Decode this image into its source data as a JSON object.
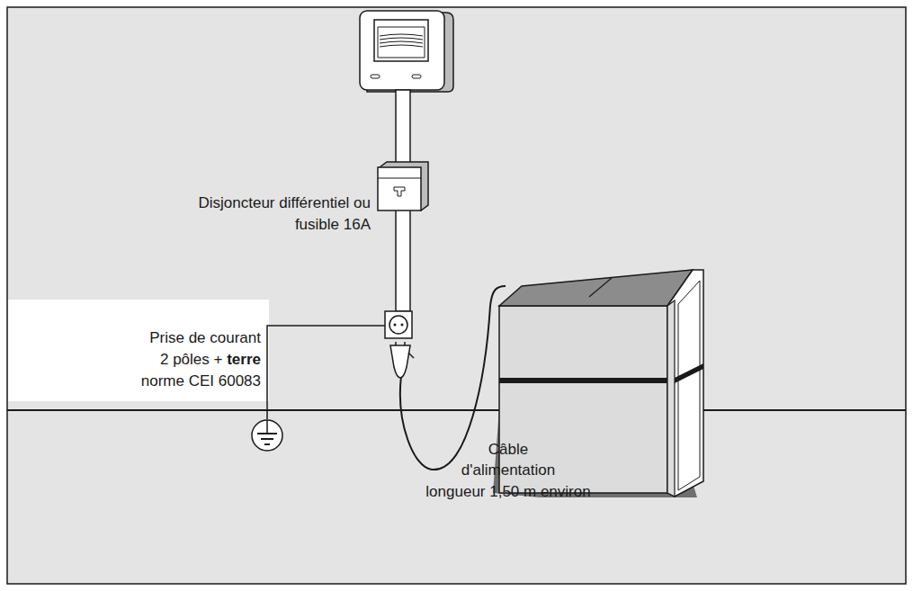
{
  "diagram": {
    "labels": [
      "Disjoncteur différentiel ou",
      "fusible 16A",
      "Prise de courant",
      "2 pôles +",
      "terre",
      "norme CEI 60083",
      "Câble",
      "d'alimentation",
      "longueur 1,50 m environ"
    ]
  }
}
